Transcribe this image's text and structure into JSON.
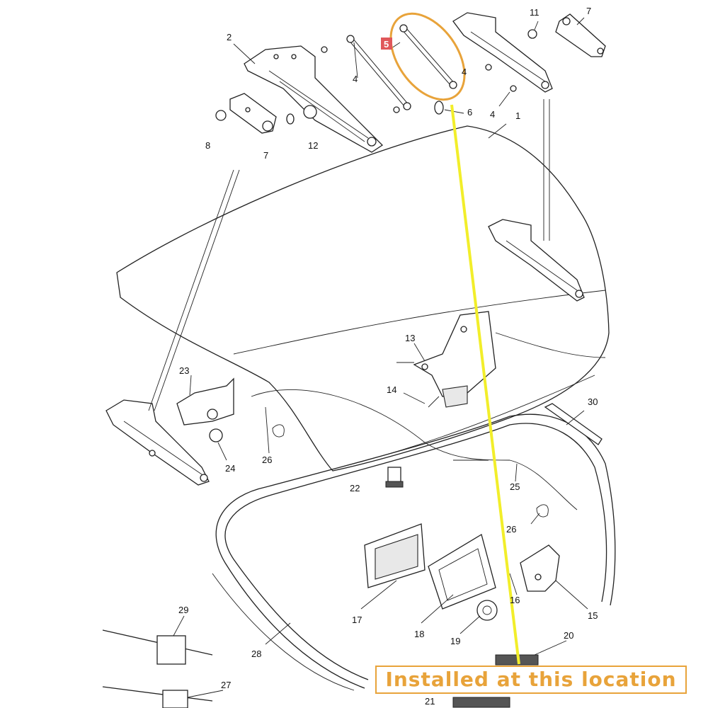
{
  "labels": {
    "p1": "1",
    "p2": "2",
    "p4a": "4",
    "p4b": "4",
    "p4c": "4",
    "p5": "5",
    "p6": "6",
    "p7a": "7",
    "p7b": "7",
    "p8": "8",
    "p11": "11",
    "p12": "12",
    "p13": "13",
    "p14": "14",
    "p15": "15",
    "p16": "16",
    "p17": "17",
    "p18": "18",
    "p19": "19",
    "p20": "20",
    "p21": "21",
    "p22": "22",
    "p23": "23",
    "p24": "24",
    "p25": "25",
    "p26a": "26",
    "p26b": "26",
    "p27": "27",
    "p28": "28",
    "p29": "29",
    "p30": "30"
  },
  "callout": {
    "text": "Installed at this location"
  },
  "colors": {
    "highlight_ring": "#e8a33a",
    "pointer_line": "#f2ee2a",
    "part5_tag": "#e0575a"
  }
}
